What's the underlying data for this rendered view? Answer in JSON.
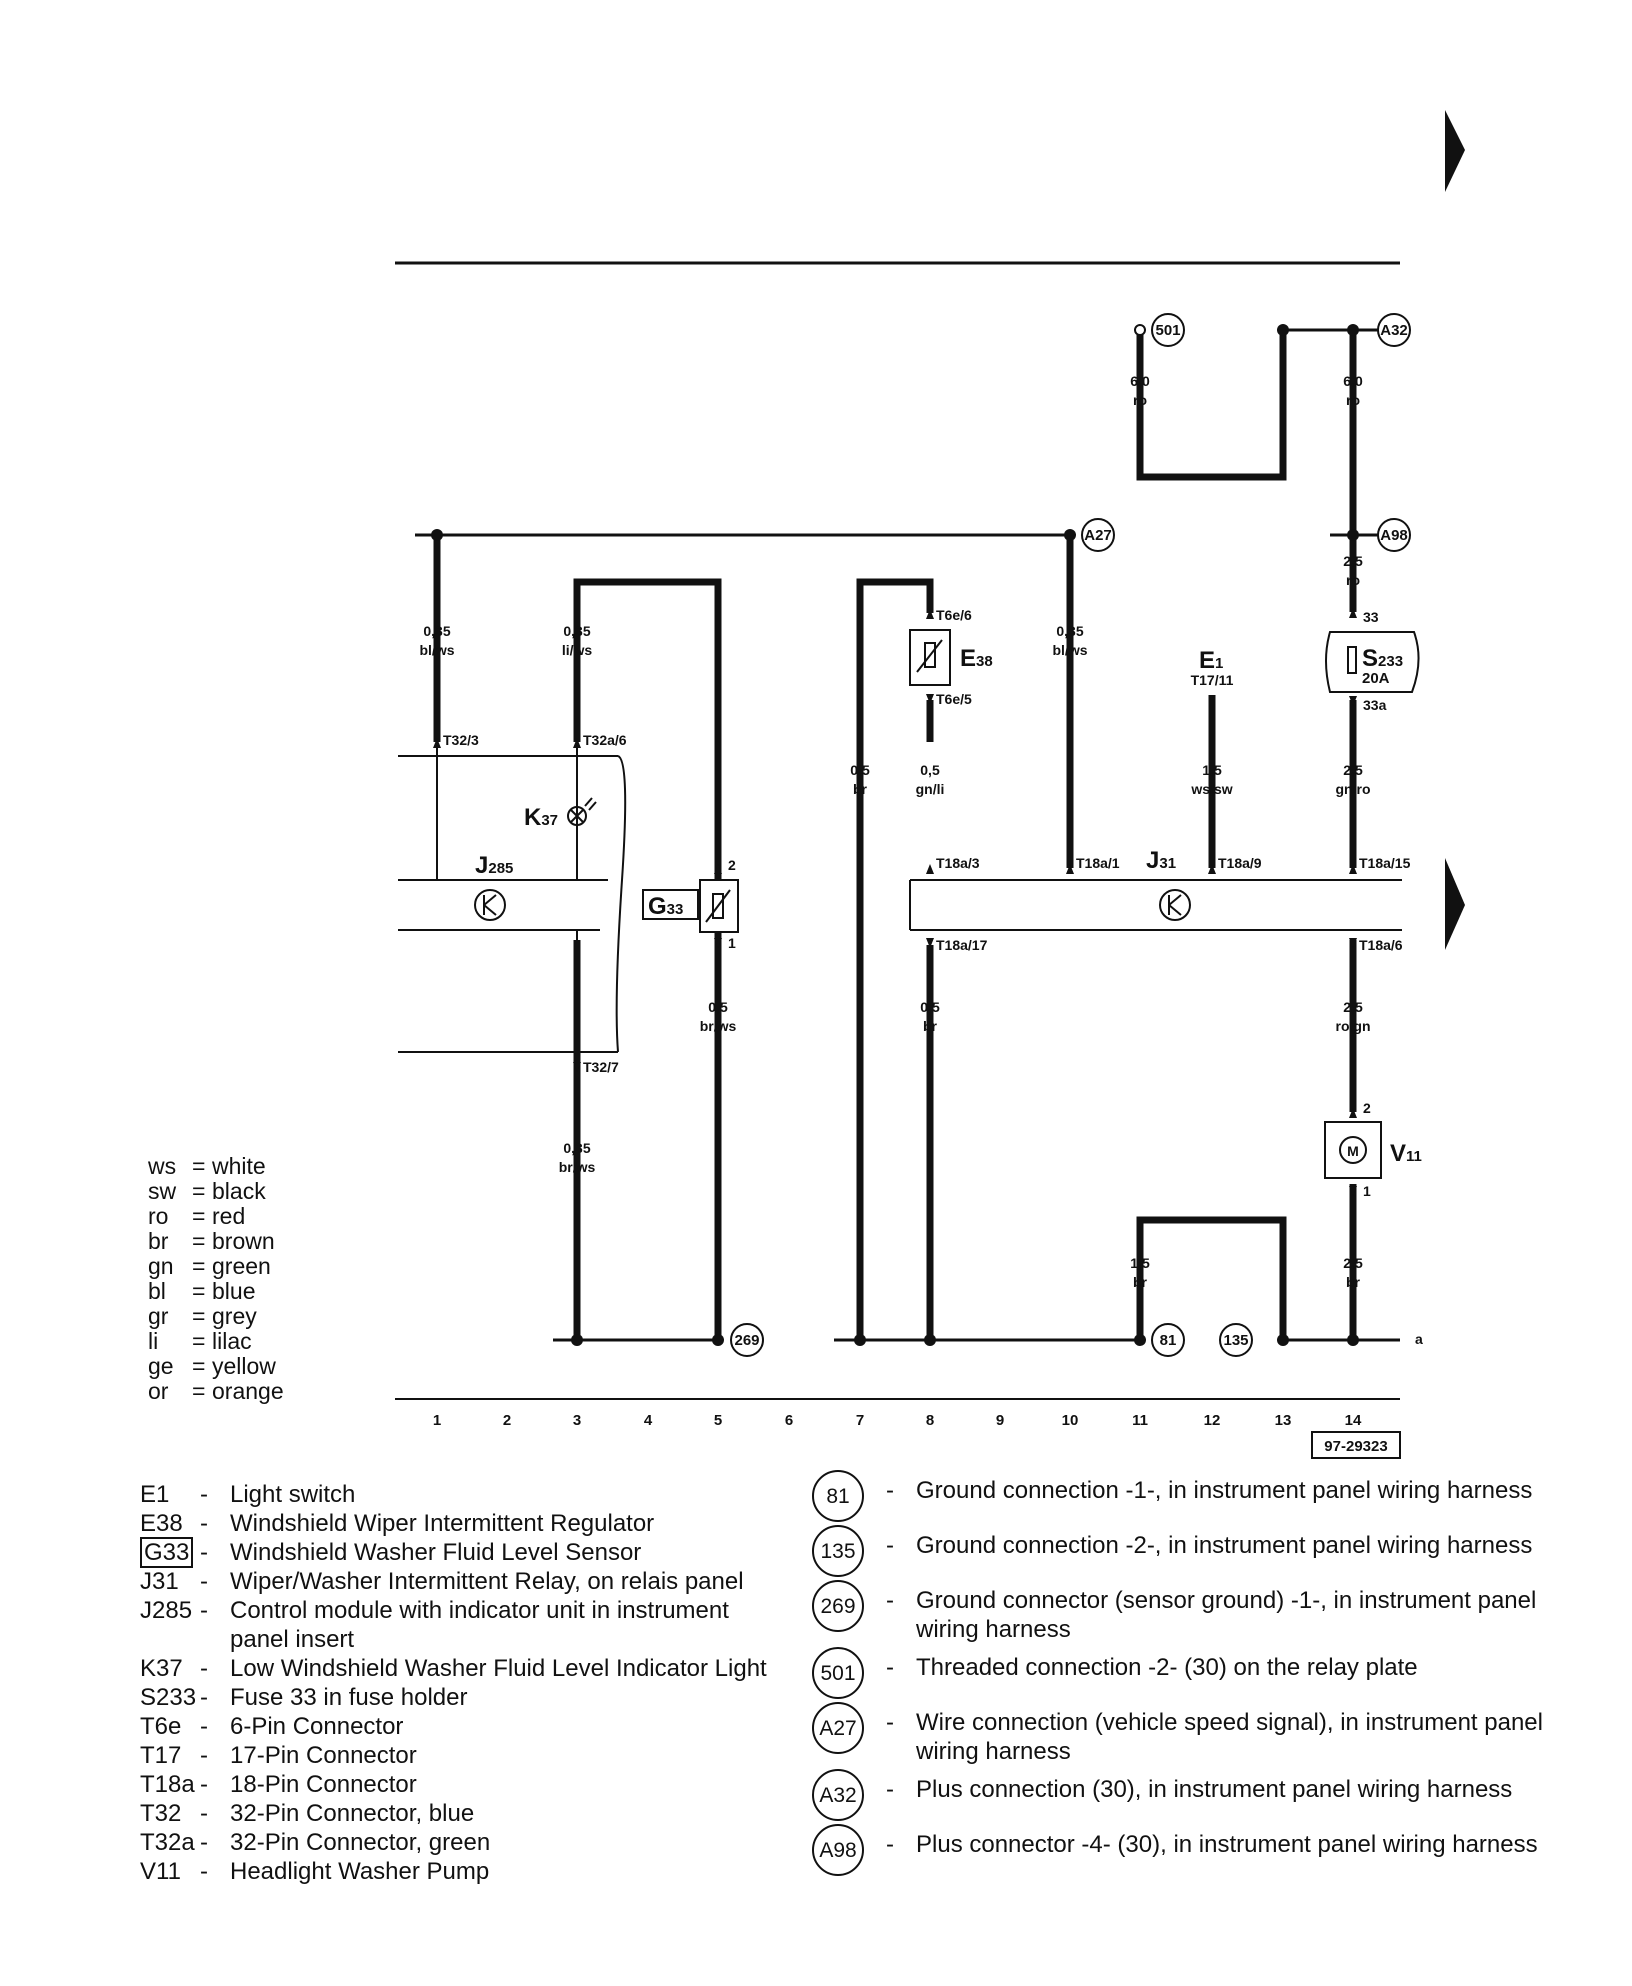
{
  "diagram_code": "97-29323",
  "wires": {
    "w1": {
      "gauge": "0,35",
      "color": "bl/ws"
    },
    "w3a": {
      "gauge": "0,35",
      "color": "li/ws"
    },
    "w3b": {
      "gauge": "0,35",
      "color": "br/ws"
    },
    "w5": {
      "gauge": "0,5",
      "color": "br/ws"
    },
    "w7": {
      "gauge": "0,5",
      "color": "br"
    },
    "w8a": {
      "gauge": "0,5",
      "color": "gn/li"
    },
    "w8b": {
      "gauge": "0,5",
      "color": "br"
    },
    "w10": {
      "gauge": "0,35",
      "color": "bl/ws"
    },
    "w11": {
      "gauge": "1,5",
      "color": "br"
    },
    "w11top": {
      "gauge": "6,0",
      "color": "ro"
    },
    "w12": {
      "gauge": "1,5",
      "color": "ws/sw"
    },
    "w14top": {
      "gauge": "6,0",
      "color": "ro"
    },
    "w14a": {
      "gauge": "2,5",
      "color": "ro"
    },
    "w14b": {
      "gauge": "2,5",
      "color": "gn/ro"
    },
    "w14c": {
      "gauge": "2,5",
      "color": "ro/gn"
    },
    "w14d": {
      "gauge": "2,5",
      "color": "br"
    }
  },
  "pins": {
    "t32_3": "T32/3",
    "t32a_6": "T32a/6",
    "t32_7": "T32/7",
    "t6e_6": "T6e/6",
    "t6e_5": "T6e/5",
    "t18a_3": "T18a/3",
    "t18a_1": "T18a/1",
    "t18a_9": "T18a/9",
    "t18a_15": "T18a/15",
    "t18a_17": "T18a/17",
    "t18a_6": "T18a/6",
    "t17_11": "T17/11",
    "g33_2": "2",
    "g33_1": "1",
    "s233_33": "33",
    "s233_33a": "33a",
    "v11_2": "2",
    "v11_1": "1"
  },
  "components": {
    "j285": {
      "main": "J",
      "sub": "285"
    },
    "k37": {
      "main": "K",
      "sub": "37"
    },
    "g33": {
      "main": "G",
      "sub": "33"
    },
    "e38": {
      "main": "E",
      "sub": "38"
    },
    "j31": {
      "main": "J",
      "sub": "31"
    },
    "e1": {
      "main": "E",
      "sub": "1"
    },
    "s233": {
      "main": "S",
      "sub": "233",
      "rating": "20A"
    },
    "v11": {
      "main": "V",
      "sub": "11",
      "motor": "M"
    }
  },
  "connections": {
    "c501": "501",
    "a32": "A32",
    "a27": "A27",
    "a98": "A98",
    "c269": "269",
    "c81": "81",
    "c135": "135"
  },
  "edge_label": "a",
  "columns": [
    "1",
    "2",
    "3",
    "4",
    "5",
    "6",
    "7",
    "8",
    "9",
    "10",
    "11",
    "12",
    "13",
    "14"
  ],
  "color_codes": [
    {
      "code": "ws",
      "eq": "=",
      "name": "white"
    },
    {
      "code": "sw",
      "eq": "=",
      "name": "black"
    },
    {
      "code": "ro",
      "eq": "=",
      "name": "red"
    },
    {
      "code": "br",
      "eq": "=",
      "name": "brown"
    },
    {
      "code": "gn",
      "eq": "=",
      "name": "green"
    },
    {
      "code": "bl",
      "eq": "=",
      "name": "blue"
    },
    {
      "code": "gr",
      "eq": "=",
      "name": "grey"
    },
    {
      "code": "li",
      "eq": "=",
      "name": "lilac"
    },
    {
      "code": "ge",
      "eq": "=",
      "name": "yellow"
    },
    {
      "code": "or",
      "eq": "=",
      "name": "orange"
    }
  ],
  "legend_components": [
    {
      "code": "E1",
      "dash": "-",
      "desc": "Light switch"
    },
    {
      "code": "E38",
      "dash": "-",
      "desc": "Windshield Wiper Intermittent Regulator"
    },
    {
      "code": "G33",
      "dash": "-",
      "desc": "Windshield Washer Fluid Level Sensor",
      "boxed": true
    },
    {
      "code": "J31",
      "dash": "-",
      "desc": "Wiper/Washer Intermittent Relay, on relais panel"
    },
    {
      "code": "J285",
      "dash": "-",
      "desc": "Control module with indicator unit in instrument panel insert"
    },
    {
      "code": "K37",
      "dash": "-",
      "desc": "Low Windshield Washer Fluid Level Indicator Light"
    },
    {
      "code": "S233",
      "dash": "-",
      "desc": "Fuse 33 in fuse holder"
    },
    {
      "code": "T6e",
      "dash": "-",
      "desc": "6-Pin Connector"
    },
    {
      "code": "T17",
      "dash": "-",
      "desc": "17-Pin Connector"
    },
    {
      "code": "T18a",
      "dash": "-",
      "desc": "18-Pin Connector"
    },
    {
      "code": "T32",
      "dash": "-",
      "desc": "32-Pin Connector, blue"
    },
    {
      "code": "T32a",
      "dash": "-",
      "desc": "32-Pin Connector, green"
    },
    {
      "code": "V11",
      "dash": "-",
      "desc": "Headlight Washer Pump"
    }
  ],
  "legend_connections": [
    {
      "code": "81",
      "dash": "-",
      "desc": "Ground connection -1-, in instrument panel wiring harness"
    },
    {
      "code": "135",
      "dash": "-",
      "desc": "Ground connection -2-, in instrument panel wiring harness"
    },
    {
      "code": "269",
      "dash": "-",
      "desc": "Ground connector (sensor ground) -1-, in instrument panel wiring harness"
    },
    {
      "code": "501",
      "dash": "-",
      "desc": "Threaded connection -2- (30) on the relay plate"
    },
    {
      "code": "A27",
      "dash": "-",
      "desc": "Wire connection (vehicle speed signal), in instrument panel wiring harness"
    },
    {
      "code": "A32",
      "dash": "-",
      "desc": "Plus connection (30), in instrument panel wiring harness"
    },
    {
      "code": "A98",
      "dash": "-",
      "desc": "Plus connector -4- (30), in instrument panel wiring harness"
    }
  ]
}
